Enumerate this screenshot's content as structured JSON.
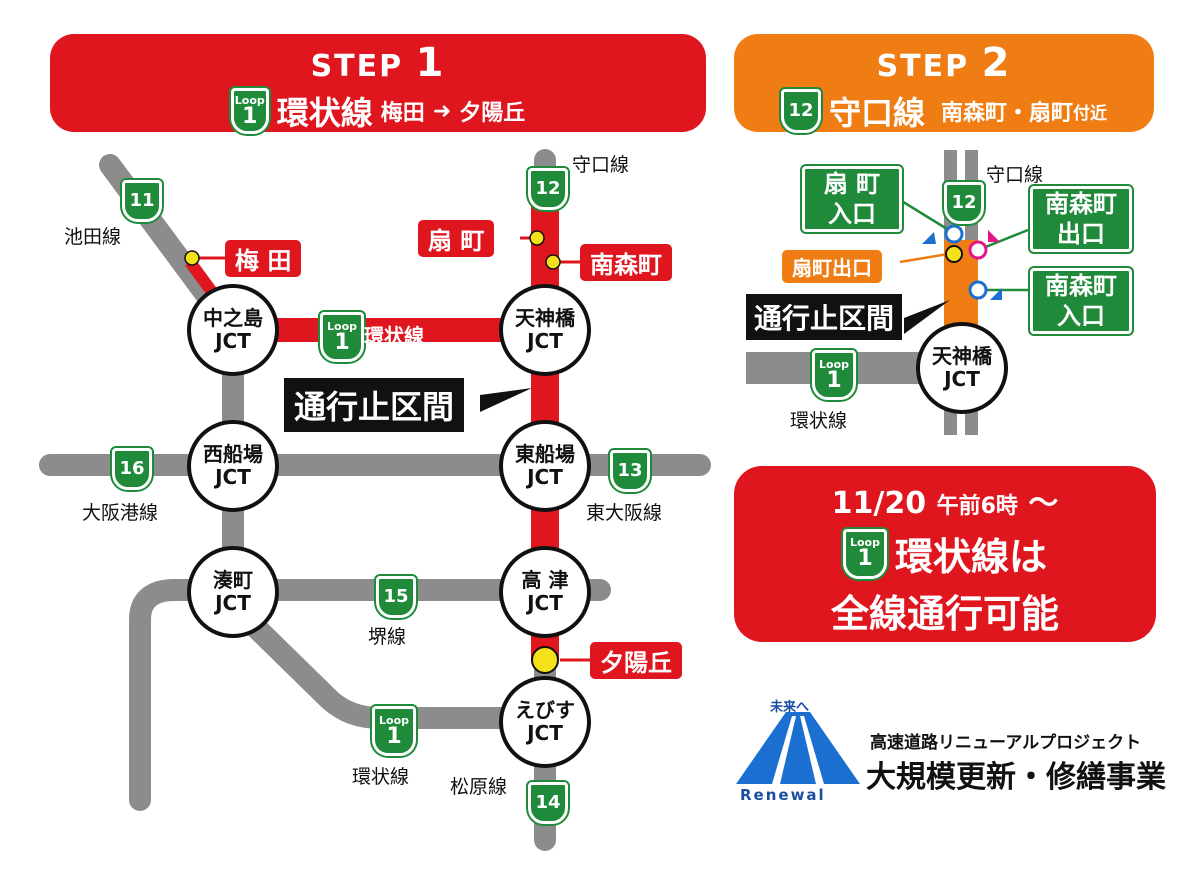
{
  "step1": {
    "step_word": "STEP",
    "step_num": "1",
    "loop_word": "Loop",
    "loop_num": "1",
    "route": "環状線",
    "section_from": "梅田",
    "arrow": "➜",
    "section_to": "夕陽丘"
  },
  "step2": {
    "step_word": "STEP",
    "step_num": "2",
    "route_num": "12",
    "route": "守口線",
    "area": "南森町・扇町",
    "area_suffix": "付近"
  },
  "map1": {
    "shields": {
      "r11": "11",
      "r12": "12",
      "r13": "13",
      "r14": "14",
      "r15": "15",
      "r16": "16",
      "loop_word": "Loop",
      "loop_num": "1"
    },
    "route_labels": {
      "ikeda": "池田線",
      "moriguchi": "守口線",
      "osakako": "大阪港線",
      "higashiosaka": "東大阪線",
      "sakai": "堺線",
      "kanjo_top": "環状線",
      "kanjo_bottom": "環状線",
      "matsubara": "松原線"
    },
    "jcts": {
      "nakanoshima": [
        "中之島",
        "JCT"
      ],
      "tenjinbashi": [
        "天神橋",
        "JCT"
      ],
      "nishifunaba": [
        "西船場",
        "JCT"
      ],
      "higashifunaba": [
        "東船場",
        "JCT"
      ],
      "minatomachi": [
        "湊町",
        "JCT"
      ],
      "kozu": [
        "高 津",
        "JCT"
      ],
      "ebisu": [
        "えびす",
        "JCT"
      ]
    },
    "ramps": {
      "umeda": "梅 田",
      "ogimachi": "扇 町",
      "minamimorimachi": "南森町",
      "yuhigaoka": "夕陽丘"
    },
    "closed_label": "通行止区間"
  },
  "map2": {
    "shields": {
      "r12": "12",
      "loop_word": "Loop",
      "loop_num": "1"
    },
    "route_labels": {
      "moriguchi": "守口線",
      "kanjo": "環状線"
    },
    "ogimachi_entrance": [
      "扇 町",
      "入口"
    ],
    "ogimachi_exit": "扇町出口",
    "minamimorimachi_exit": [
      "南森町",
      "出口"
    ],
    "minamimorimachi_entrance": [
      "南森町",
      "入口"
    ],
    "closed_label": "通行止区間",
    "jct": [
      "天神橋",
      "JCT"
    ]
  },
  "notice": {
    "date": "11/20",
    "time": "午前6時",
    "tilde": "〜",
    "loop_word": "Loop",
    "loop_num": "1",
    "line2": "環状線は",
    "line3": "全線通行可能"
  },
  "logo": {
    "tagline": "未来へ",
    "renewal": "Renewal",
    "project": "高速道路リニューアルプロジェクト",
    "title": "大規模更新・修繕事業"
  },
  "colors": {
    "red": "#e0161f",
    "orange": "#ef7d14",
    "green": "#1f8a3a",
    "gray": "#8c8c8c",
    "black": "#111111",
    "blue": "#1a6fd1"
  }
}
